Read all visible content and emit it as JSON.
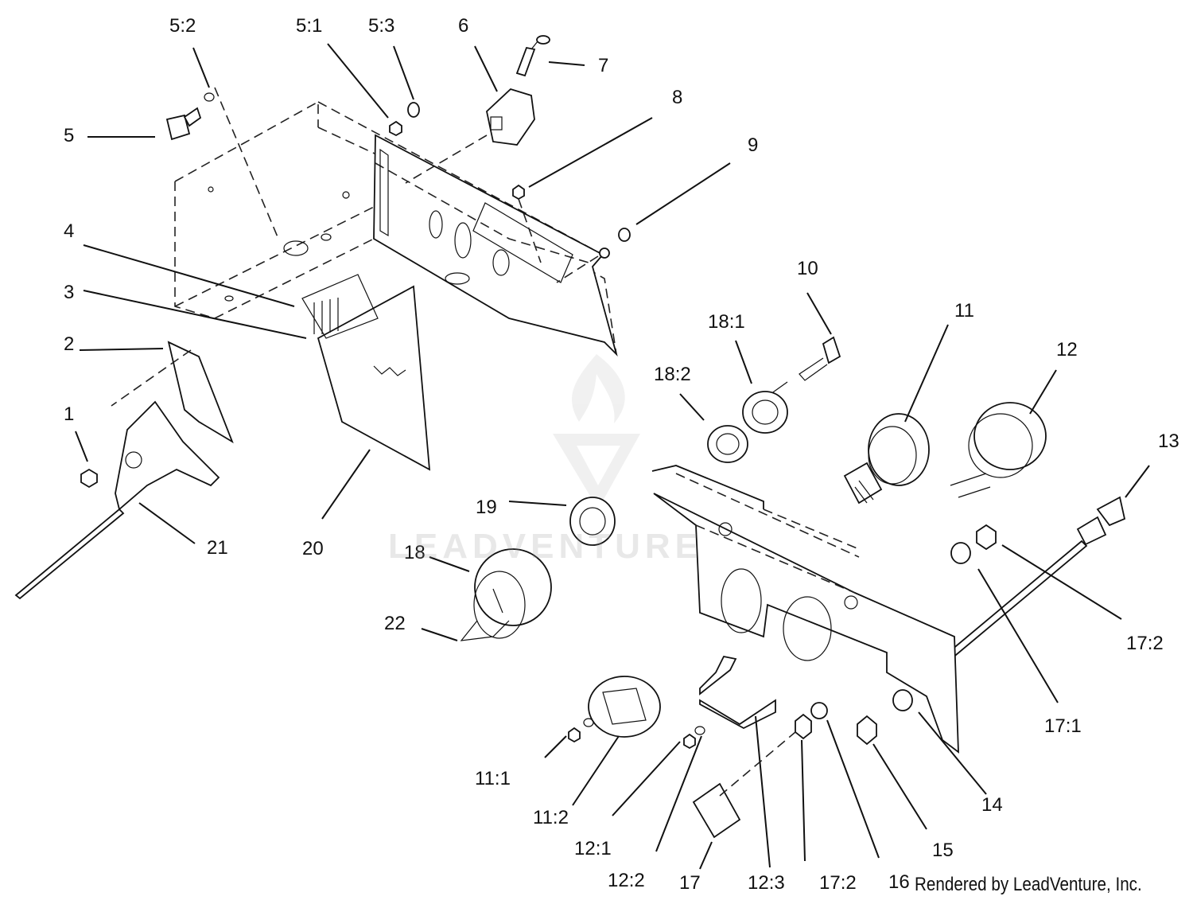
{
  "watermark": {
    "text": "LEADVENTURE"
  },
  "footer": {
    "credit": "Rendered by LeadVenture, Inc."
  },
  "labels": [
    {
      "id": "5:2",
      "text": "5:2"
    },
    {
      "id": "5:1",
      "text": "5:1"
    },
    {
      "id": "5:3",
      "text": "5:3"
    },
    {
      "id": "6",
      "text": "6"
    },
    {
      "id": "7",
      "text": "7"
    },
    {
      "id": "8",
      "text": "8"
    },
    {
      "id": "5",
      "text": "5"
    },
    {
      "id": "9",
      "text": "9"
    },
    {
      "id": "4",
      "text": "4"
    },
    {
      "id": "10",
      "text": "10"
    },
    {
      "id": "3",
      "text": "3"
    },
    {
      "id": "11",
      "text": "11"
    },
    {
      "id": "18:1",
      "text": "18:1"
    },
    {
      "id": "2",
      "text": "2"
    },
    {
      "id": "12",
      "text": "12"
    },
    {
      "id": "18:2",
      "text": "18:2"
    },
    {
      "id": "1",
      "text": "1"
    },
    {
      "id": "13",
      "text": "13"
    },
    {
      "id": "19",
      "text": "19"
    },
    {
      "id": "21",
      "text": "21"
    },
    {
      "id": "20",
      "text": "20"
    },
    {
      "id": "18",
      "text": "18"
    },
    {
      "id": "22",
      "text": "22"
    },
    {
      "id": "17:2a",
      "text": "17:2"
    },
    {
      "id": "17:1",
      "text": "17:1"
    },
    {
      "id": "11:1",
      "text": "11:1"
    },
    {
      "id": "14",
      "text": "14"
    },
    {
      "id": "11:2",
      "text": "11:2"
    },
    {
      "id": "12:1",
      "text": "12:1"
    },
    {
      "id": "15",
      "text": "15"
    },
    {
      "id": "12:2",
      "text": "12:2"
    },
    {
      "id": "17",
      "text": "17"
    },
    {
      "id": "12:3",
      "text": "12:3"
    },
    {
      "id": "17:2b",
      "text": "17:2"
    },
    {
      "id": "16",
      "text": "16"
    }
  ]
}
